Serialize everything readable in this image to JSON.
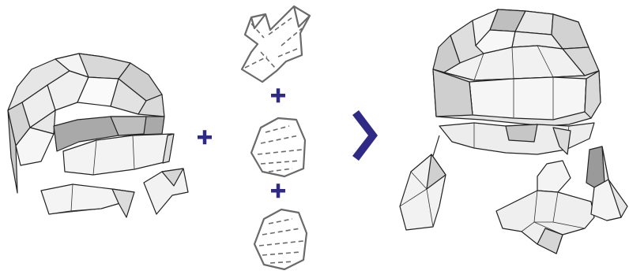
{
  "diagram": {
    "colors": {
      "operator": "#2e2a86",
      "face_light": "#f2f2f2",
      "face_mid": "#dcdcdc",
      "face_dark": "#a9a9a9",
      "net_stroke": "#6a6a6a"
    },
    "operators": [
      "plus",
      "plus",
      "plus",
      "greater-than-arrow"
    ],
    "panels": [
      "partial-head-model",
      "unfolded-paper-nets",
      "assembled-head-model"
    ]
  }
}
